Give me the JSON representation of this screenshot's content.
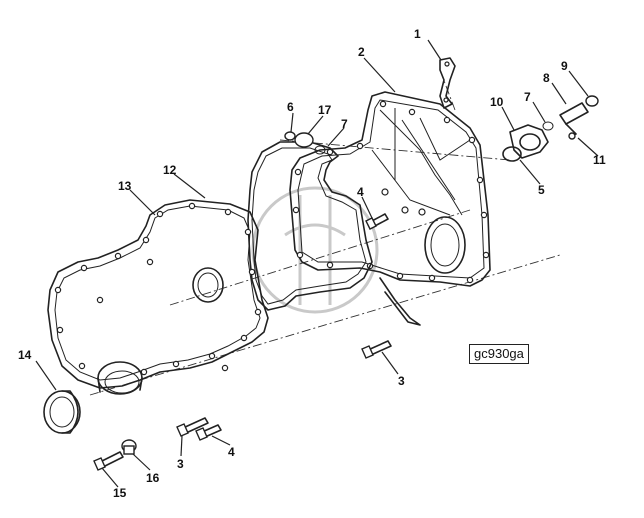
{
  "figure": {
    "id_label": "gc930ga"
  },
  "callouts": {
    "c1": "1",
    "c2": "2",
    "c3a": "3",
    "c3b": "3",
    "c4a": "4",
    "c4b": "4",
    "c5": "5",
    "c6": "6",
    "c7a": "7",
    "c7b": "7",
    "c8": "8",
    "c9": "9",
    "c10": "10",
    "c11": "11",
    "c12": "12",
    "c13": "13",
    "c14": "14",
    "c15": "15",
    "c16": "16",
    "c17": "17"
  }
}
